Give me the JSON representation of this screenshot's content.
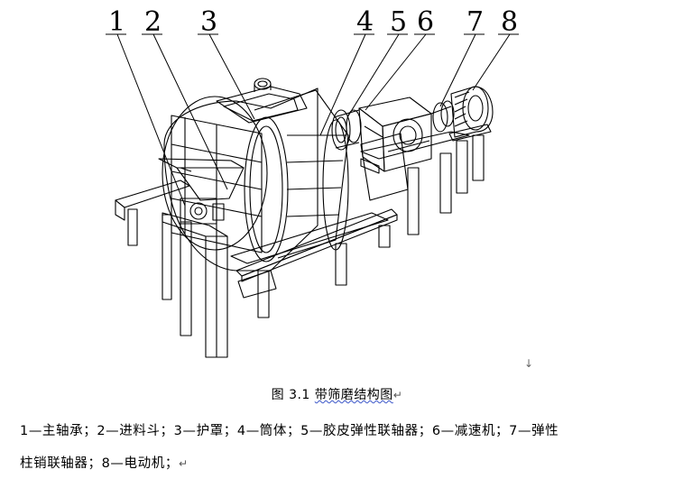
{
  "figure": {
    "part_numbers": [
      "1",
      "2",
      "3",
      "4",
      "5",
      "6",
      "7",
      "8"
    ]
  },
  "caption": {
    "prefix": "图 3.1 ",
    "title": "带筛磨结构图",
    "mark": "↵"
  },
  "legend": {
    "line1": "1—主轴承；2—进料斗；3—护罩；4—筒体；5—胶皮弹性联轴器；6—减速机；7—弹性",
    "line2": "柱销联轴器；8—电动机；",
    "mark": "↵"
  },
  "return_mark": "↓"
}
